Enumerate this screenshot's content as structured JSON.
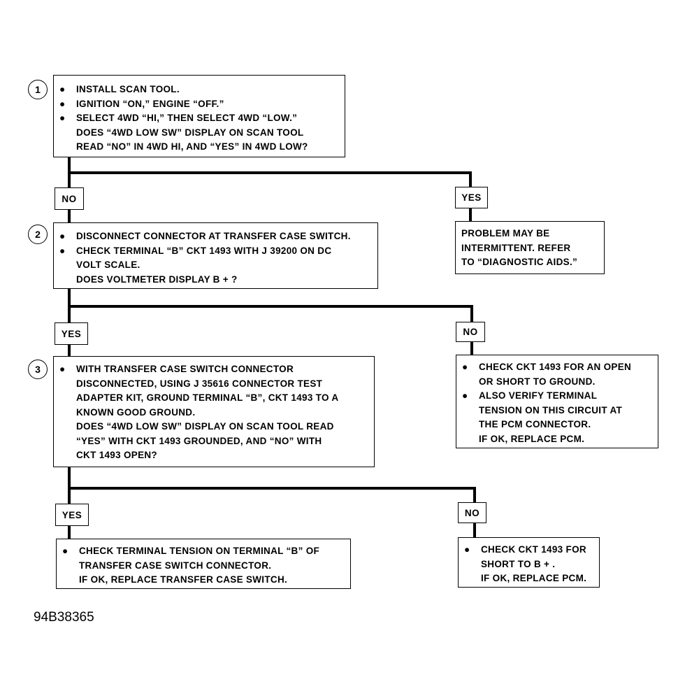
{
  "step1": {
    "number": "1",
    "bullet1": "INSTALL SCAN TOOL.",
    "bullet2": "IGNITION “ON,” ENGINE “OFF.”",
    "bullet3": "SELECT 4WD “HI,” THEN SELECT 4WD “LOW.”",
    "question1": "DOES “4WD LOW SW” DISPLAY ON SCAN TOOL",
    "question2": "READ “NO” IN 4WD HI, AND “YES” IN 4WD LOW?",
    "no_label": "NO",
    "yes_label": "YES"
  },
  "result1_yes": {
    "line1": "PROBLEM MAY BE",
    "line2": "INTERMITTENT.  REFER",
    "line3": "TO “DIAGNOSTIC AIDS.”"
  },
  "step2": {
    "number": "2",
    "bullet1": "DISCONNECT CONNECTOR AT TRANSFER CASE SWITCH.",
    "bullet2": "CHECK TERMINAL “B” CKT 1493 WITH J 39200 ON DC",
    "bullet2b": "VOLT SCALE.",
    "question": "DOES VOLTMETER DISPLAY B + ?",
    "yes_label": "YES",
    "no_label": "NO"
  },
  "result2_no": {
    "bullet1": "CHECK CKT 1493 FOR AN OPEN",
    "bullet1b": "OR SHORT TO GROUND.",
    "bullet2": "ALSO VERIFY TERMINAL",
    "bullet2b": "TENSION ON THIS CIRCUIT AT",
    "bullet2c": "THE PCM CONNECTOR.",
    "bullet2d": "IF OK, REPLACE PCM."
  },
  "step3": {
    "number": "3",
    "line1": "WITH TRANSFER CASE SWITCH CONNECTOR",
    "line2": "DISCONNECTED, USING J 35616 CONNECTOR TEST",
    "line3": "ADAPTER KIT, GROUND TERMINAL “B”, CKT 1493 TO A",
    "line4": "KNOWN GOOD GROUND.",
    "line5": "DOES “4WD LOW SW” DISPLAY ON SCAN TOOL READ",
    "line6": "“YES” WITH CKT 1493 GROUNDED, AND “NO” WITH",
    "line7": "CKT 1493 OPEN?",
    "yes_label": "YES",
    "no_label": "NO"
  },
  "result3_yes": {
    "line1": "CHECK TERMINAL TENSION ON TERMINAL “B” OF",
    "line2": "TRANSFER CASE SWITCH CONNECTOR.",
    "line3": "IF OK, REPLACE TRANSFER CASE SWITCH."
  },
  "result3_no": {
    "line1": "CHECK CKT 1493 FOR",
    "line2": "SHORT TO B + .",
    "line3": "IF OK, REPLACE PCM."
  },
  "bullet_symbol": "●",
  "figure_id": "94B38365"
}
